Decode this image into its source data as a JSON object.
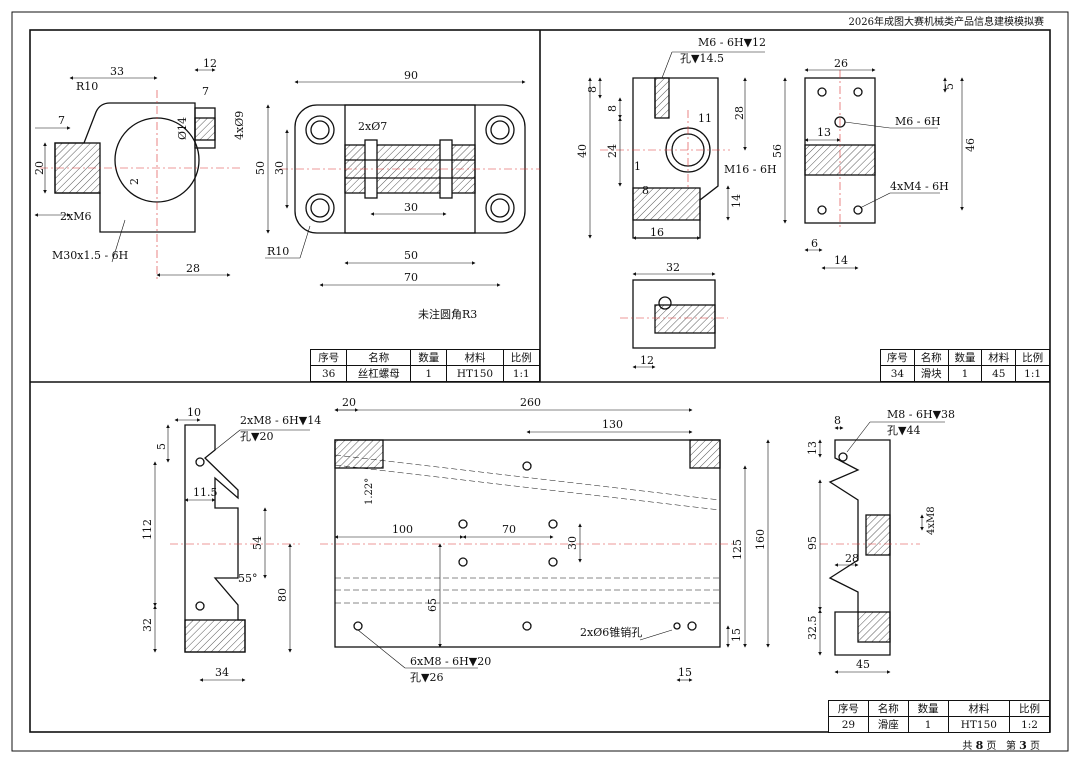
{
  "header_title": "2026年成图大赛机械类产品信息建模模拟赛",
  "part36": {
    "note": "未注圆角R3",
    "table": {
      "headers": [
        "序号",
        "名称",
        "数量",
        "材料",
        "比例"
      ],
      "row": [
        "36",
        "丝杠螺母",
        "1",
        "HT150",
        "1:1"
      ]
    },
    "dims": [
      "33",
      "R10",
      "12",
      "7",
      "4xØ9",
      "Ø14",
      "7",
      "20",
      "2",
      "2xM6",
      "M30x1.5 - 6H",
      "28",
      "90",
      "2xØ7",
      "50",
      "30",
      "30",
      "50",
      "70",
      "R10"
    ]
  },
  "part34": {
    "callout_top": [
      "M6 - 6H▼12",
      "孔▼14.5"
    ],
    "table": {
      "headers": [
        "序号",
        "名称",
        "数量",
        "材料",
        "比例"
      ],
      "row": [
        "34",
        "滑块",
        "1",
        "45",
        "1:1"
      ]
    },
    "dims": [
      "8",
      "8",
      "28",
      "40",
      "24",
      "11",
      "1",
      "M16 - 6H",
      "8",
      "14",
      "16",
      "32",
      "12",
      "26",
      "5",
      "13",
      "M6 - 6H",
      "56",
      "46",
      "4xM4 - 6H",
      "6",
      "14"
    ]
  },
  "part29": {
    "callout_left": [
      "2xM8 - 6H▼14",
      "孔▼20"
    ],
    "callout_bottom": [
      "6xM8 - 6H▼20",
      "孔▼26"
    ],
    "callout_right": [
      "M8 - 6H▼38",
      "孔▼44"
    ],
    "pin_note": "2xØ6锥销孔",
    "table": {
      "headers": [
        "序号",
        "名称",
        "数量",
        "材料",
        "比例"
      ],
      "row": [
        "29",
        "滑座",
        "1",
        "HT150",
        "1:2"
      ]
    },
    "dims": [
      "10",
      "5",
      "112",
      "11.5",
      "54",
      "55°",
      "80",
      "32",
      "34",
      "20",
      "260",
      "130",
      "1.22°",
      "100",
      "70",
      "30",
      "65",
      "125",
      "160",
      "15",
      "15",
      "8",
      "13",
      "4xM8",
      "95",
      "28",
      "32.5",
      "45"
    ]
  },
  "page": {
    "total_pre": "共",
    "total": "8",
    "total_suf": "页",
    "cur_pre": "第",
    "cur": "3",
    "cur_suf": "页"
  }
}
